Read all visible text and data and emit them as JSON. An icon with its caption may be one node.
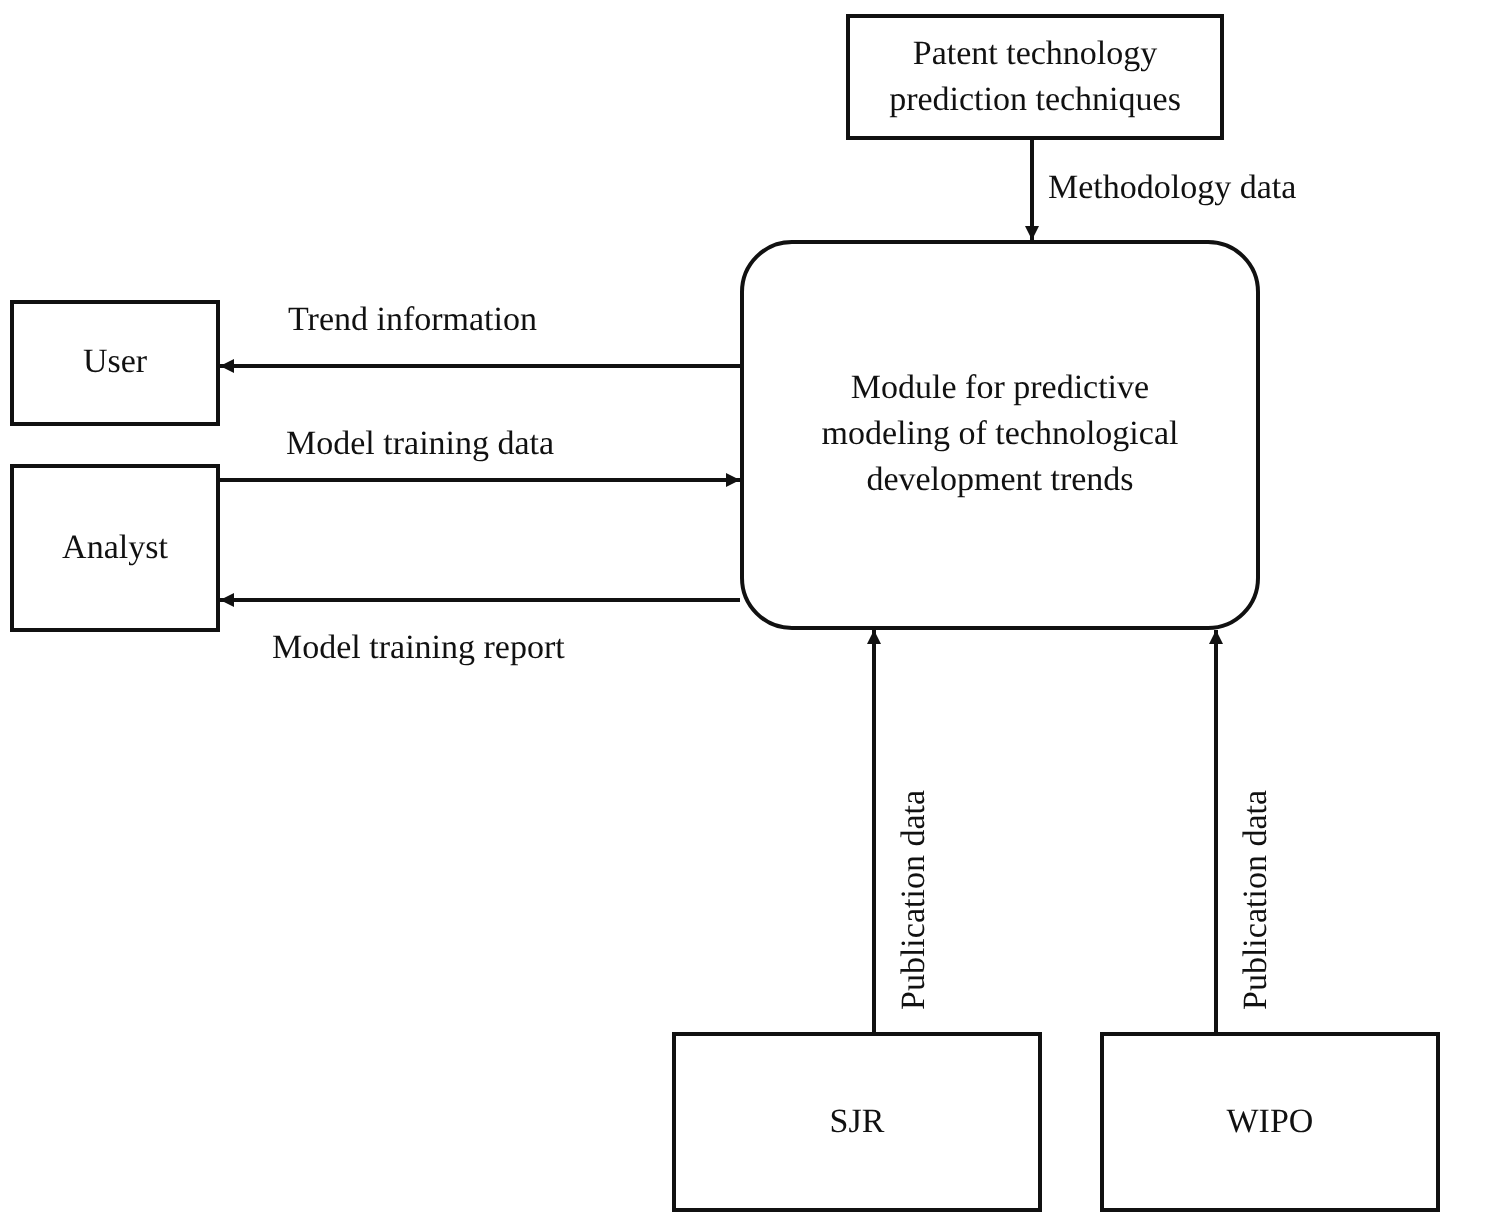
{
  "diagram": {
    "nodes": [
      {
        "text": [
          "Patent technology prediction techniques"
        ]
      },
      {
        "text": [
          "User"
        ]
      },
      {
        "text": [
          "Module for predictive modeling of technological development trends"
        ]
      },
      {
        "text": [
          "Analyst"
        ]
      },
      {
        "text": [
          "SJR"
        ]
      },
      {
        "text": [
          "WIPO"
        ]
      }
    ],
    "edges": [
      {
        "from": 0,
        "to": 2,
        "arrow": "to",
        "label": "Methodology data"
      },
      {
        "from": 2,
        "to": 1,
        "arrow": "to",
        "label": "Trend information"
      },
      {
        "from": 3,
        "to": 2,
        "arrow": "to",
        "label": "Model training data"
      },
      {
        "from": 2,
        "to": 3,
        "arrow": "to",
        "label": "Model training report"
      },
      {
        "from": 4,
        "to": 2,
        "arrow": "to",
        "label": "Publication data"
      },
      {
        "from": 5,
        "to": 2,
        "arrow": "to",
        "label": "Publication data"
      }
    ]
  }
}
